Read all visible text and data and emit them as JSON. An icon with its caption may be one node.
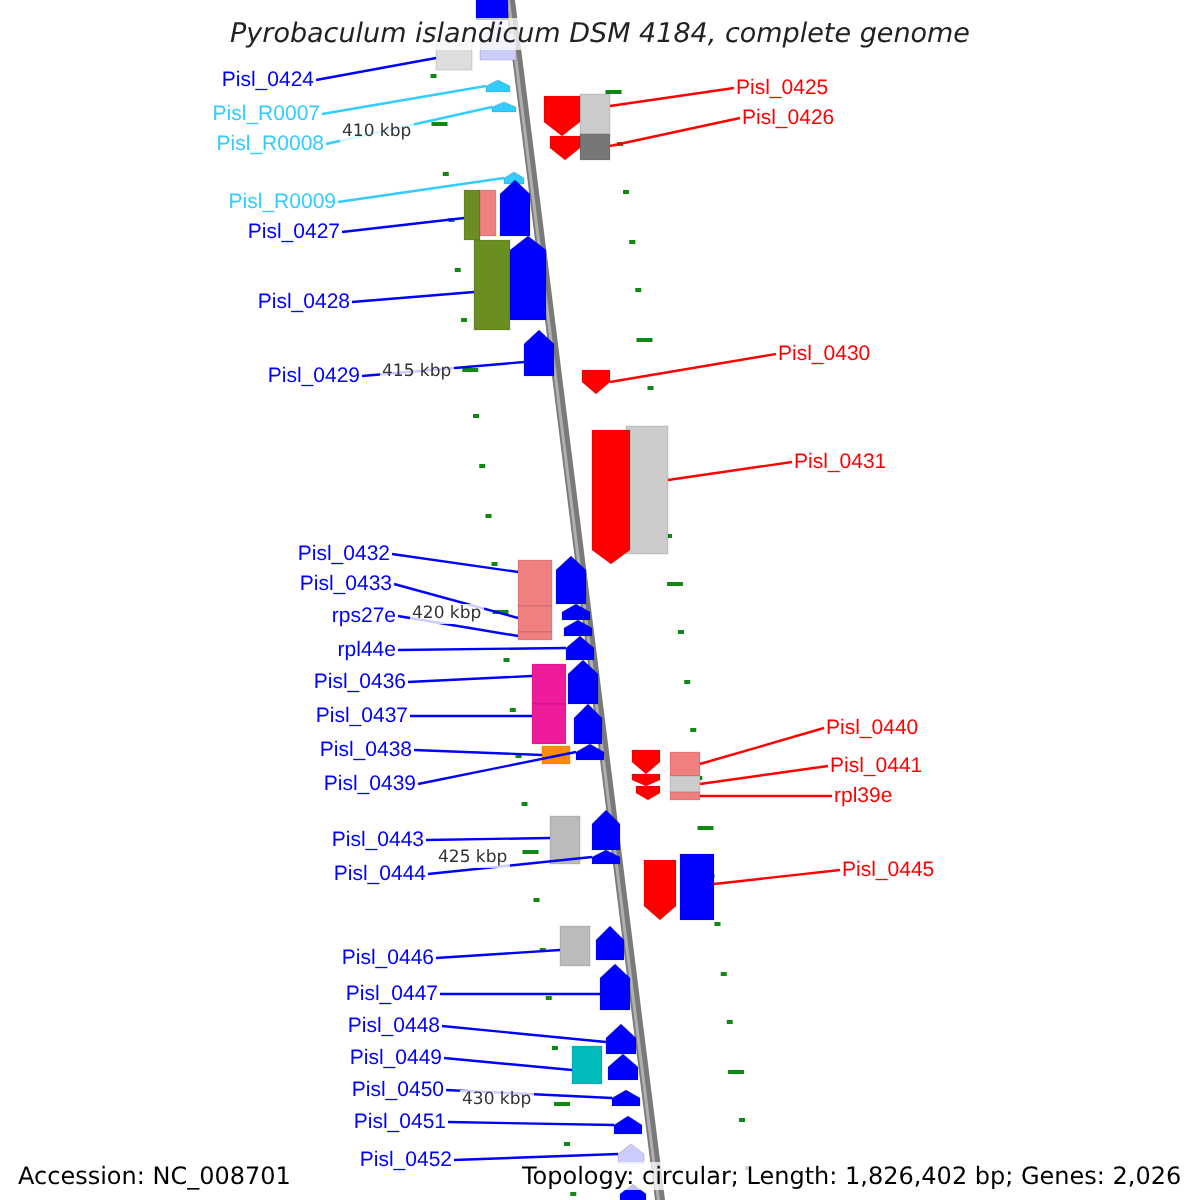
{
  "diagram": {
    "title": "Pyrobaculum islandicum DSM 4184, complete genome",
    "nodes": [
      {
        "text": [
          "Pisl_0424"
        ]
      },
      {
        "text": [
          "Pisl_0425"
        ]
      },
      {
        "text": [
          "Pisl_R0007"
        ]
      },
      {
        "text": [
          "Pisl_0426"
        ]
      },
      {
        "text": [
          "Pisl_R0008"
        ]
      },
      {
        "text": [
          "Pisl_R0009"
        ]
      },
      {
        "text": [
          "Pisl_0427"
        ]
      },
      {
        "text": [
          "Pisl_0428"
        ]
      },
      {
        "text": [
          "Pisl_0430"
        ]
      },
      {
        "text": [
          "Pisl_0429"
        ]
      },
      {
        "text": [
          "Pisl_0431"
        ]
      },
      {
        "text": [
          "Pisl_0432"
        ]
      },
      {
        "text": [
          "Pisl_0433"
        ]
      },
      {
        "text": [
          "rps27e"
        ]
      },
      {
        "text": [
          "rpl44e"
        ]
      },
      {
        "text": [
          "Pisl_0436"
        ]
      },
      {
        "text": [
          "Pisl_0437"
        ]
      },
      {
        "text": [
          "Pisl_0440"
        ]
      },
      {
        "text": [
          "Pisl_0438"
        ]
      },
      {
        "text": [
          "Pisl_0441"
        ]
      },
      {
        "text": [
          "Pisl_0439"
        ]
      },
      {
        "text": [
          "rpl39e"
        ]
      },
      {
        "text": [
          "Pisl_0443"
        ]
      },
      {
        "text": [
          "Pisl_0445"
        ]
      },
      {
        "text": [
          "Pisl_0444"
        ]
      },
      {
        "text": [
          "Pisl_0446"
        ]
      },
      {
        "text": [
          "Pisl_0447"
        ]
      },
      {
        "text": [
          "Pisl_0448"
        ]
      },
      {
        "text": [
          "Pisl_0449"
        ]
      },
      {
        "text": [
          "Pisl_0450"
        ]
      },
      {
        "text": [
          "Pisl_0451"
        ]
      },
      {
        "text": [
          "Pisl_0452"
        ]
      },
      {
        "text": [],
        "shape": "arrow"
      },
      {
        "text": [],
        "shape": "arrow"
      },
      {
        "text": [],
        "shape": "box"
      },
      {
        "text": [],
        "shape": "arrow"
      },
      {
        "text": [],
        "shape": "box"
      },
      {
        "text": [],
        "shape": "arrow"
      },
      {
        "text": [],
        "shape": "arrow"
      },
      {
        "text": [],
        "shape": "box"
      },
      {
        "text": [],
        "shape": "arrow"
      },
      {
        "text": [],
        "shape": "arrow"
      },
      {
        "text": [],
        "shape": "arrow"
      },
      {
        "text": [],
        "shape": "box"
      },
      {
        "text": [],
        "shape": "box"
      },
      {
        "text": [],
        "shape": "arrow"
      },
      {
        "text": [],
        "shape": "box"
      },
      {
        "text": [],
        "shape": "arrow"
      },
      {
        "text": [],
        "shape": "arrow"
      },
      {
        "text": [],
        "shape": "box"
      },
      {
        "text": [],
        "shape": "arrow"
      },
      {
        "text": [],
        "shape": "arrow"
      },
      {
        "text": [],
        "shape": "box"
      },
      {
        "text": [],
        "shape": "arrow"
      },
      {
        "text": [],
        "shape": "box"
      },
      {
        "text": [],
        "shape": "arrow"
      },
      {
        "text": [],
        "shape": "box"
      },
      {
        "text": [],
        "shape": "arrow"
      },
      {
        "text": [],
        "shape": "arrow"
      },
      {
        "text": [],
        "shape": "box"
      },
      {
        "text": [],
        "shape": "arrow"
      },
      {
        "text": [],
        "shape": "box"
      },
      {
        "text": [],
        "shape": "arrow"
      },
      {
        "text": [],
        "shape": "box"
      },
      {
        "text": [],
        "shape": "arrow"
      },
      {
        "text": [],
        "shape": "box"
      },
      {
        "text": [],
        "shape": "arrow"
      },
      {
        "text": [],
        "shape": "box"
      },
      {
        "text": [],
        "shape": "arrow"
      },
      {
        "text": [],
        "shape": "box"
      },
      {
        "text": [],
        "shape": "arrow"
      },
      {
        "text": [],
        "shape": "box"
      },
      {
        "text": [],
        "shape": "arrow"
      },
      {
        "text": [],
        "shape": "box"
      },
      {
        "text": [],
        "shape": "arrow"
      },
      {
        "text": [],
        "shape": "arrow"
      },
      {
        "text": [],
        "shape": "box"
      },
      {
        "text": [],
        "shape": "arrow"
      },
      {
        "text": [],
        "shape": "arrow"
      },
      {
        "text": [],
        "shape": "box"
      },
      {
        "text": [],
        "shape": "arrow"
      },
      {
        "text": [],
        "shape": "arrow"
      },
      {
        "text": [],
        "shape": "arrow"
      },
      {
        "text": [],
        "shape": "arrow"
      },
      {
        "text": [],
        "shape": "arrow"
      },
      {
        "text": [],
        "shape": "bar"
      }
    ],
    "edges": [
      {
        "from": 0,
        "to": 34,
        "arrow": "none"
      },
      {
        "from": 1,
        "to": 36,
        "arrow": "none",
        "color": "#ff0000"
      },
      {
        "from": 2,
        "to": 35,
        "arrow": "none",
        "color": "#33ccff"
      },
      {
        "from": 3,
        "to": 39,
        "arrow": "none",
        "color": "#ff0000"
      },
      {
        "from": 4,
        "to": 38,
        "arrow": "none",
        "color": "#33ccff"
      },
      {
        "from": 5,
        "to": 41,
        "arrow": "none",
        "color": "#33ccff"
      },
      {
        "from": 6,
        "to": 43,
        "arrow": "none"
      },
      {
        "from": 7,
        "to": 46,
        "arrow": "none"
      },
      {
        "from": 8,
        "to": 48,
        "arrow": "none",
        "color": "#ff0000"
      },
      {
        "from": 9,
        "to": 47,
        "arrow": "none"
      },
      {
        "from": 10,
        "to": 49,
        "arrow": "none",
        "color": "#ff0000"
      },
      {
        "from": 11,
        "to": 52,
        "arrow": "none"
      },
      {
        "from": 12,
        "to": 54,
        "arrow": "none"
      },
      {
        "from": 13,
        "to": 56,
        "arrow": "none"
      },
      {
        "from": 14,
        "to": 57,
        "arrow": "none"
      },
      {
        "from": 15,
        "to": 59,
        "arrow": "none"
      },
      {
        "from": 16,
        "to": 61,
        "arrow": "none"
      },
      {
        "from": 17,
        "to": 65,
        "arrow": "none",
        "color": "#ff0000"
      },
      {
        "from": 18,
        "to": 63,
        "arrow": "none"
      },
      {
        "from": 19,
        "to": 67,
        "arrow": "none",
        "color": "#ff0000"
      },
      {
        "from": 20,
        "to": 62,
        "arrow": "none"
      },
      {
        "from": 21,
        "to": 69,
        "arrow": "none",
        "color": "#ff0000"
      },
      {
        "from": 22,
        "to": 71,
        "arrow": "none"
      },
      {
        "from": 23,
        "to": 73,
        "arrow": "none",
        "color": "#ff0000"
      },
      {
        "from": 24,
        "to": 72,
        "arrow": "none"
      },
      {
        "from": 25,
        "to": 76,
        "arrow": "none"
      },
      {
        "from": 26,
        "to": 77,
        "arrow": "none"
      },
      {
        "from": 27,
        "to": 78,
        "arrow": "none"
      },
      {
        "from": 28,
        "to": 79,
        "arrow": "none"
      },
      {
        "from": 29,
        "to": 81,
        "arrow": "none"
      },
      {
        "from": 30,
        "to": 82,
        "arrow": "none"
      },
      {
        "from": 31,
        "to": 83,
        "arrow": "none"
      }
    ],
    "labels": [
      "410 kbp",
      "415 kbp",
      "420 kbp",
      "425 kbp",
      "430 kbp",
      "Accession: NC_008701",
      "Topology: circular; Length: 1,826,402 bp; Genes: 2,026"
    ]
  }
}
